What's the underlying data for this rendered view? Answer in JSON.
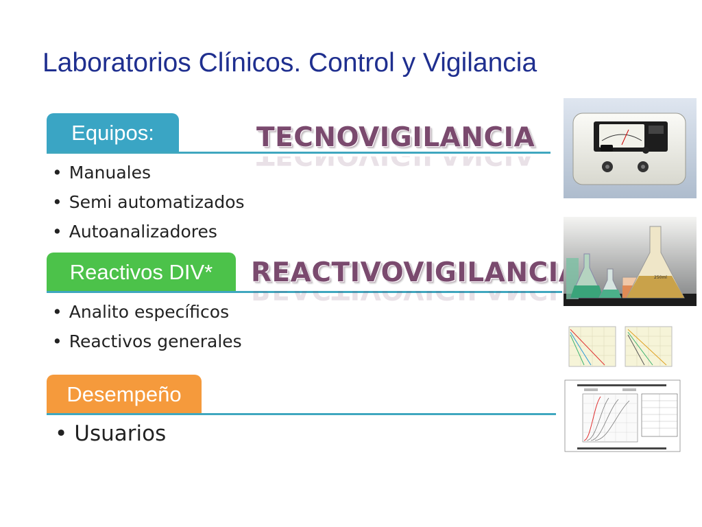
{
  "title": "Laboratorios Clínicos.  Control y Vigilancia",
  "sections": [
    {
      "tab_label": "Equipos:",
      "tab_color": "#3aa5c4",
      "wordart": "TECNOVIGILANCIA",
      "bullets": [
        "Manuales",
        "Semi automatizados",
        "Autoanalizadores"
      ]
    },
    {
      "tab_label": "Reactivos DIV*",
      "tab_color": "#4cc24a",
      "wordart": "REACTIVOVIGILANCIA",
      "bullets": [
        "Analito específicos",
        "Reactivos generales"
      ]
    },
    {
      "tab_label": "Desempeño",
      "tab_color": "#f59a3c",
      "bullets": [
        "Usuarios"
      ]
    }
  ],
  "images": [
    {
      "name": "spectrophotometer-photo"
    },
    {
      "name": "lab-flasks-photo"
    },
    {
      "name": "calibration-charts-image"
    },
    {
      "name": "power-curve-chart-image"
    }
  ],
  "colors": {
    "title": "#1f2f8f",
    "rule": "#3fa7bf",
    "wordart": "#7a4a6e"
  }
}
